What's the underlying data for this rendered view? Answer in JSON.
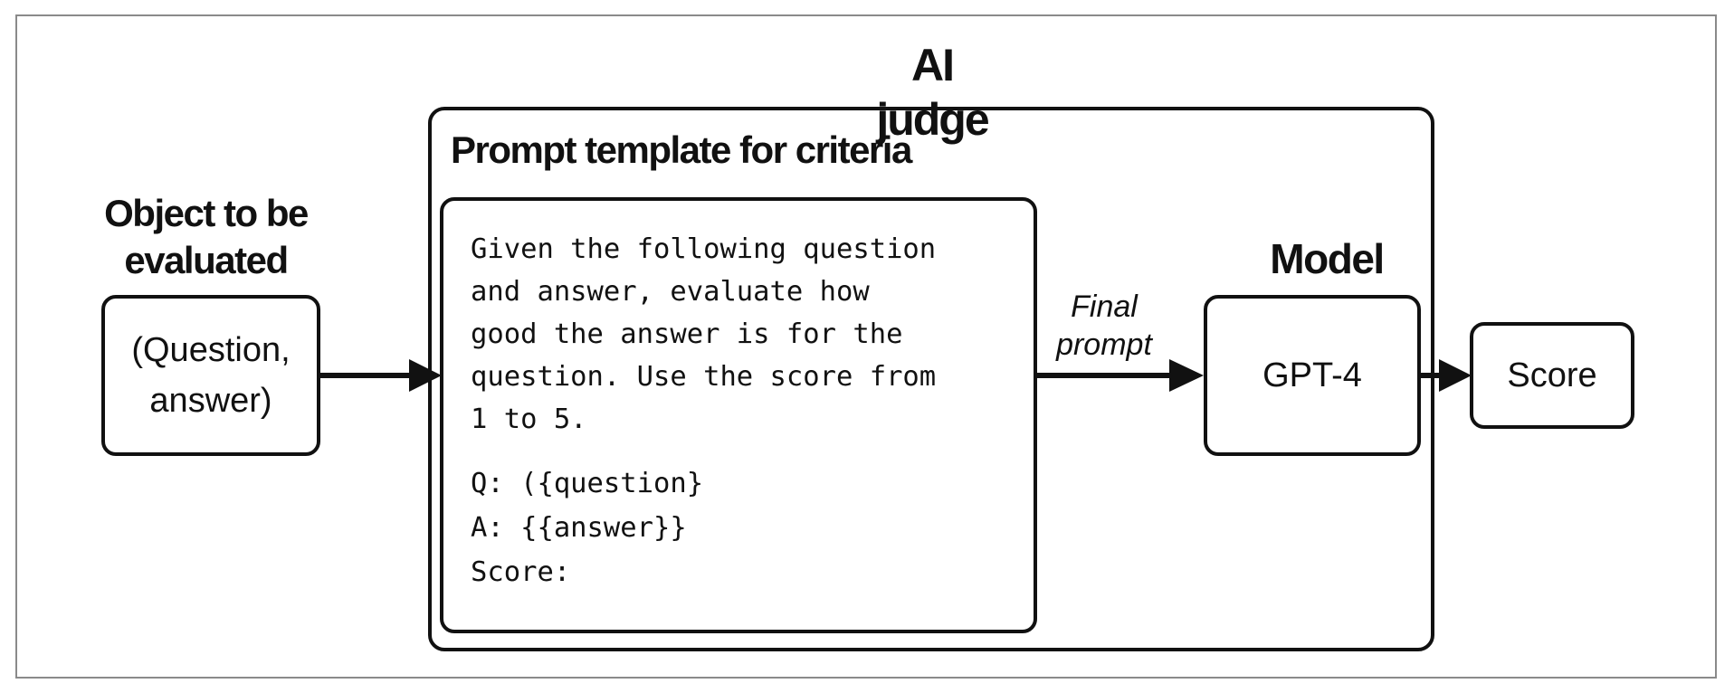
{
  "diagram": {
    "title": "AI judge",
    "template_heading": "Prompt template for criteria",
    "prompt_text": "Given the following question\nand answer, evaluate how\ngood the answer is for the\nquestion. Use the score from\n1 to 5.",
    "prompt_q": "Q: ({question}",
    "prompt_a": "A: {{answer}}",
    "prompt_score": "Score:",
    "object_label": "Object to be evaluated",
    "object_line1": "(Question,",
    "object_line2": "answer)",
    "final_prompt_label": "Final prompt",
    "model_label": "Model",
    "model_name": "GPT-4",
    "output_label": "Score"
  }
}
